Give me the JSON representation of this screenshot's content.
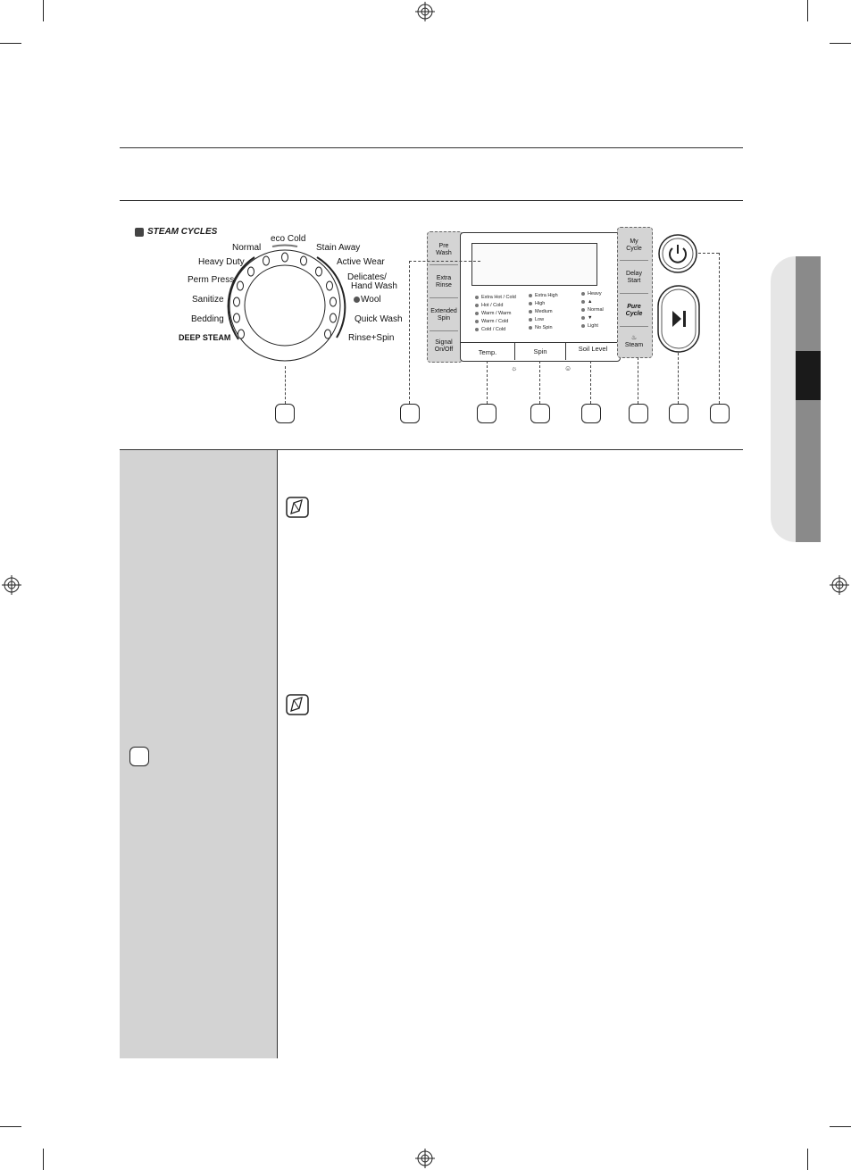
{
  "dial": {
    "section_title": "STEAM CYCLES",
    "labels": [
      {
        "text": "eco Cold"
      },
      {
        "text": "Normal"
      },
      {
        "text": "Heavy Duty"
      },
      {
        "text": "Perm Press"
      },
      {
        "text": "Sanitize"
      },
      {
        "text": "Bedding"
      },
      {
        "text": "DEEP STEAM"
      },
      {
        "text": "Stain Away"
      },
      {
        "text": "Active Wear"
      },
      {
        "text": "Delicates/"
      },
      {
        "text": "Hand Wash"
      },
      {
        "text": "Wool"
      },
      {
        "text": "Quick Wash"
      },
      {
        "text": "Rinse+Spin"
      }
    ]
  },
  "panel": {
    "left_buttons": [
      {
        "line1": "Pre",
        "line2": "Wash"
      },
      {
        "line1": "Extra",
        "line2": "Rinse"
      },
      {
        "line1": "Extended",
        "line2": "Spin"
      },
      {
        "line1": "Signal",
        "line2": "On/Off"
      }
    ],
    "right_buttons": [
      {
        "line1": "My",
        "line2": "Cycle"
      },
      {
        "line1": "Delay",
        "line2": "Start"
      },
      {
        "line1": "Pure",
        "line2": "Cycle"
      },
      {
        "line1": "",
        "line2": "Steam"
      }
    ],
    "temp_options": [
      "Extra Hot / Cold",
      "Hot / Cold",
      "Warm / Warm",
      "Warm / Cold",
      "Cold / Cold"
    ],
    "spin_options": [
      "Extra High",
      "High",
      "Medium",
      "Low",
      "No Spin"
    ],
    "soil_options": [
      "Heavy",
      "▲",
      "Normal",
      "▼",
      "Light"
    ],
    "bottom_buttons": [
      "Temp.",
      "Spin",
      "Soil Level"
    ]
  }
}
